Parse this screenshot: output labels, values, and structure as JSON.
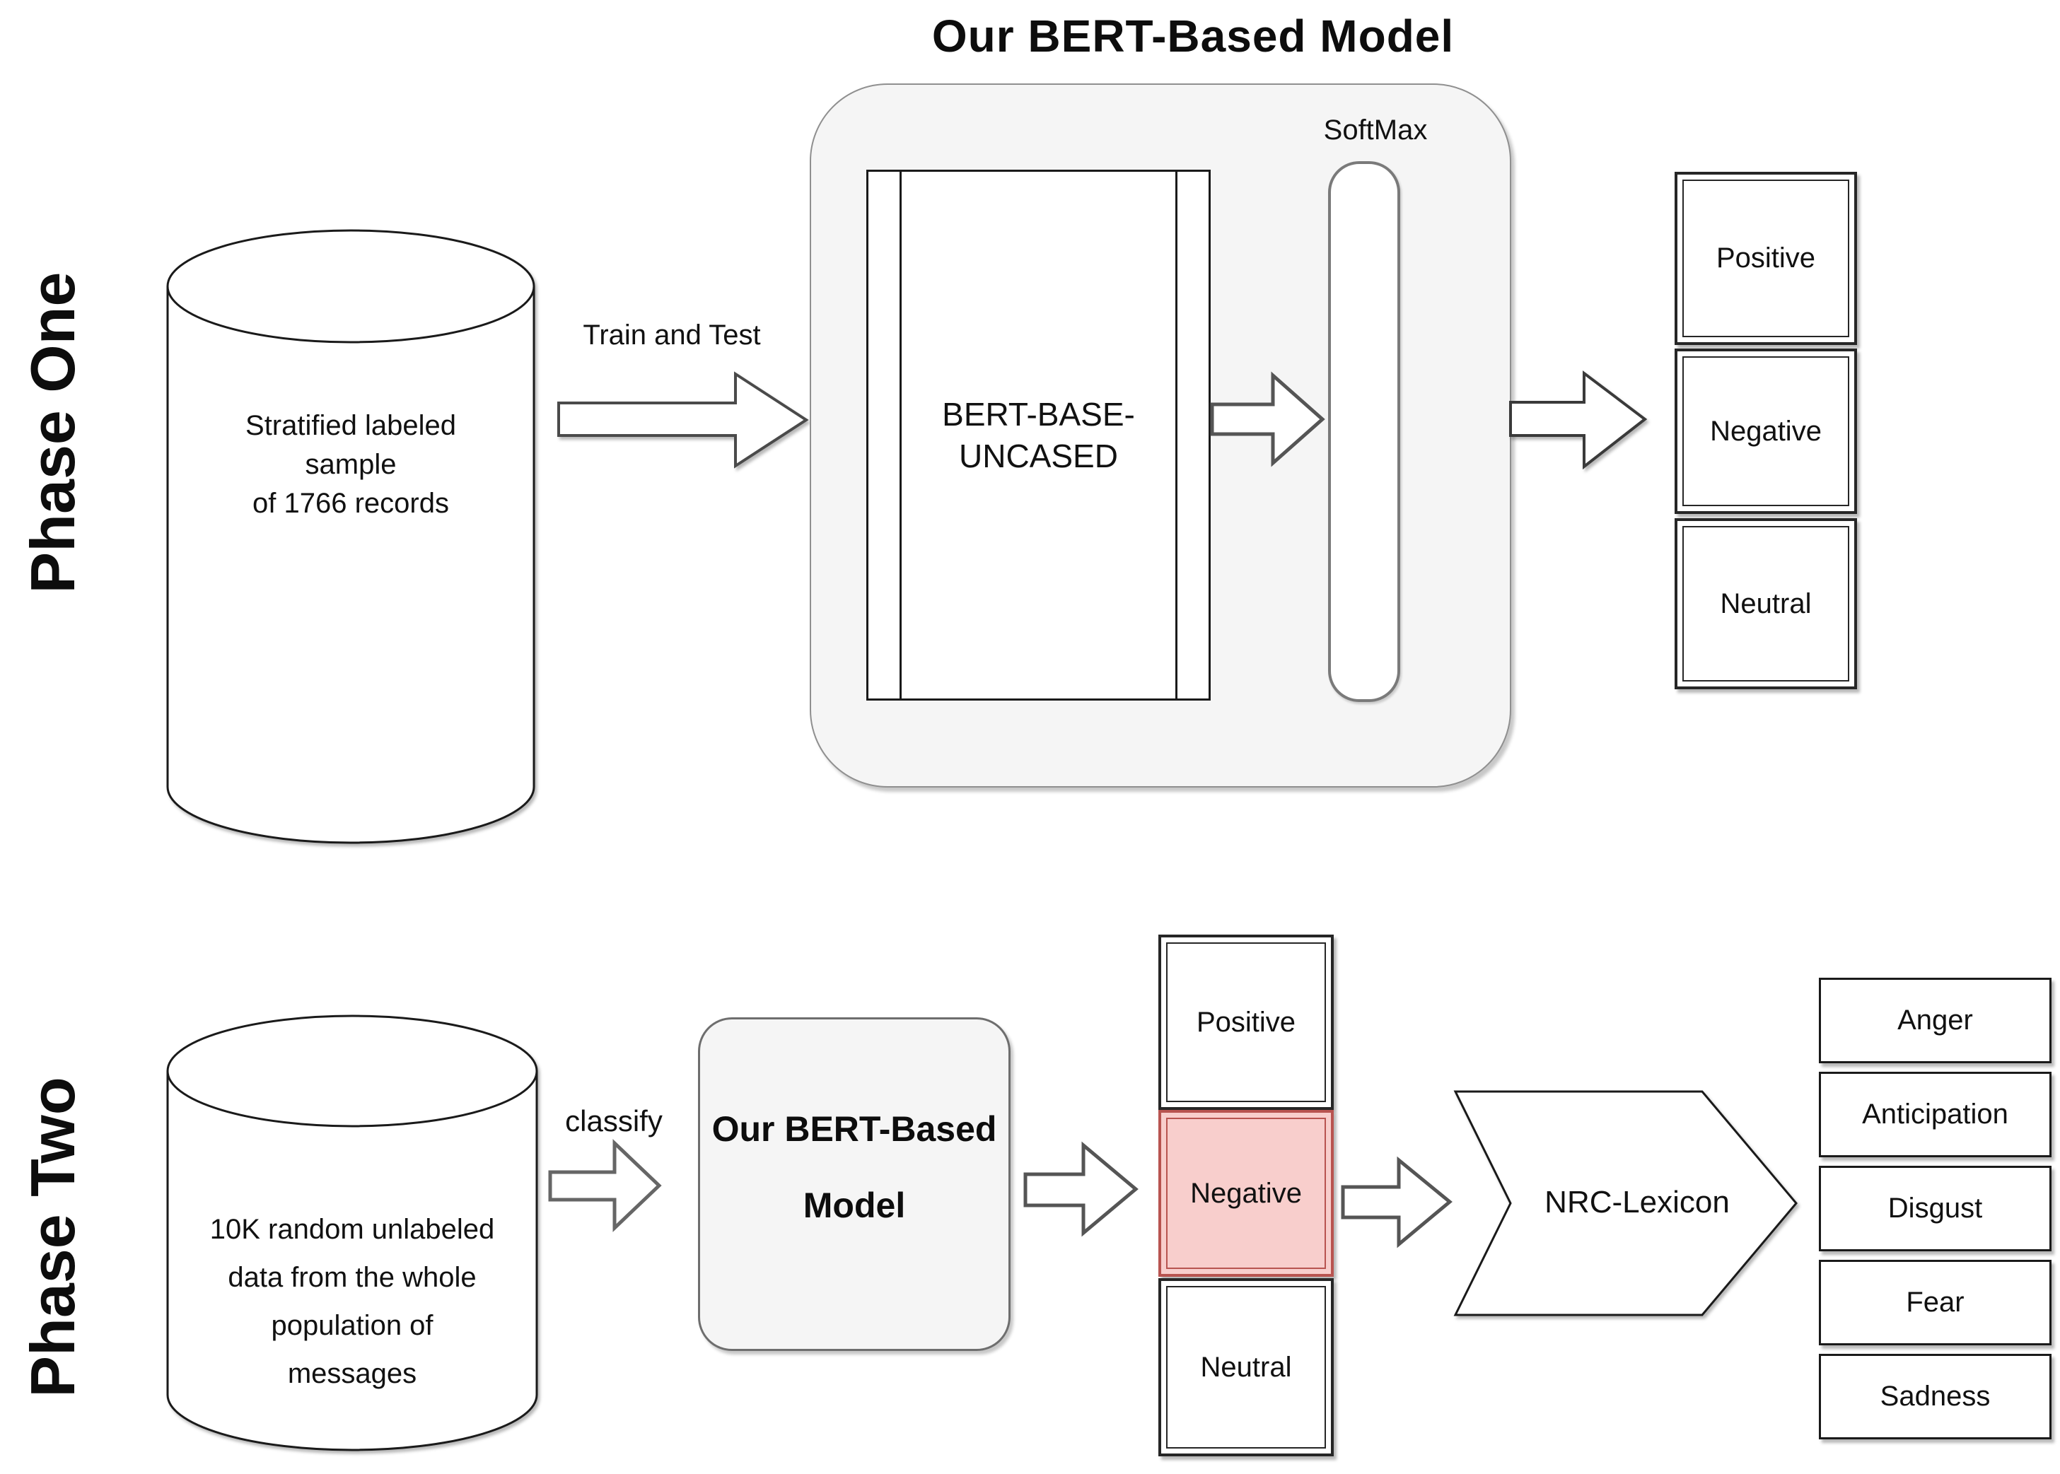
{
  "title": "Our BERT-Based Model",
  "colors": {
    "highlight_fill": "#f8cecc",
    "highlight_border": "#b85450",
    "container_fill": "#f5f5f5",
    "stroke": "#1a1a1a",
    "arrow_stroke": "#555555"
  },
  "phase_one": {
    "label": "Phase One",
    "database": {
      "lines": [
        "Stratified labeled",
        "sample",
        "of 1766 records"
      ]
    },
    "flow_label": "Train and Test",
    "model": {
      "name_lines": [
        "BERT-BASE-",
        "UNCASED"
      ],
      "softmax_label": "SoftMax"
    },
    "outputs": [
      "Positive",
      "Negative",
      "Neutral"
    ]
  },
  "phase_two": {
    "label": "Phase Two",
    "database": {
      "lines": [
        "10K random unlabeled",
        "data from the whole",
        "population of",
        "messages"
      ]
    },
    "flow_label": "classify",
    "model": {
      "name_lines": [
        "Our BERT-Based",
        "Model"
      ]
    },
    "outputs": [
      "Positive",
      "Negative",
      "Neutral"
    ],
    "highlighted_output": "Negative",
    "lexicon": "NRC-Lexicon",
    "emotions": [
      "Anger",
      "Anticipation",
      "Disgust",
      "Fear",
      "Sadness"
    ]
  }
}
